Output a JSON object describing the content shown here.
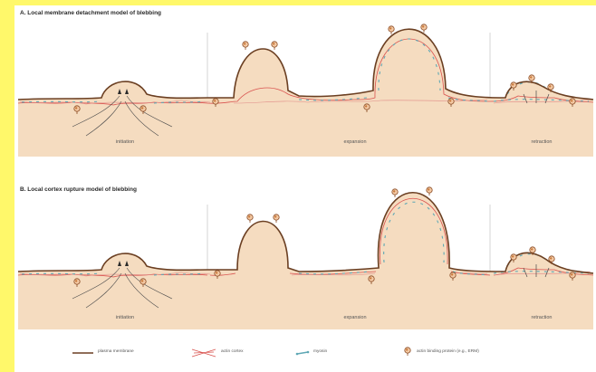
{
  "colors": {
    "cytoplasm": "#f5dcc0",
    "membrane": "#6b3f22",
    "actin": "#d9534f",
    "myosin": "#5fa8b5",
    "linker": "#c8783a",
    "highlight_strip": "#fff86a"
  },
  "panel_a": {
    "title": "A. Local membrane detachment model of blebbing",
    "stages": [
      "initiation",
      "expansion",
      "retraction"
    ]
  },
  "panel_b": {
    "title": "B. Local cortex rupture model of blebbing",
    "stages": [
      "initiation",
      "expansion",
      "retraction"
    ]
  },
  "legend": [
    {
      "icon": "plasma-membrane-line-icon",
      "label": "plasma membrane"
    },
    {
      "icon": "actin-cortex-icon",
      "label": "actin cortex"
    },
    {
      "icon": "myosin-icon",
      "label": "myosin"
    },
    {
      "icon": "actin-binding-protein-icon",
      "label": "actin binding protein (e.g., ERM)"
    }
  ]
}
